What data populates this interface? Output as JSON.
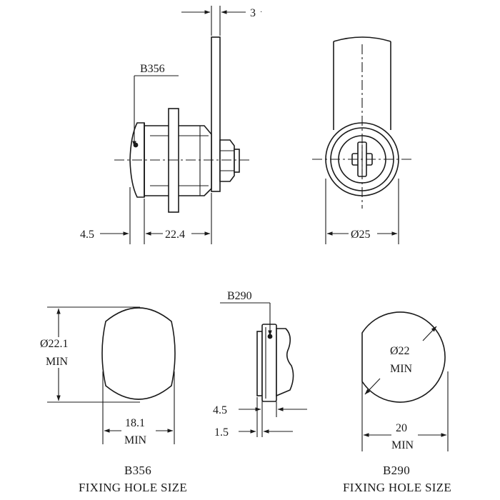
{
  "labels": {
    "side_thickness": "3",
    "side_part_code": "B356",
    "side_front_offset": "4.5",
    "side_body_length": "22.4",
    "front_diameter": "Ø25",
    "b356_hole_diameter": "Ø22.1",
    "b356_hole_diameter_min": "MIN",
    "b356_hole_width": "18.1",
    "b356_hole_width_min": "MIN",
    "b290_part_code": "B290",
    "b290_front_offset": "4.5",
    "b290_flange": "1.5",
    "b290_hole_diameter": "Ø22",
    "b290_hole_diameter_min": "MIN",
    "b290_hole_width": "20",
    "b290_hole_width_min": "MIN"
  },
  "captions": {
    "b356_title": "B356",
    "b356_subtitle": "FIXING HOLE SIZE",
    "b290_title": "B290",
    "b290_subtitle": "FIXING HOLE SIZE"
  }
}
